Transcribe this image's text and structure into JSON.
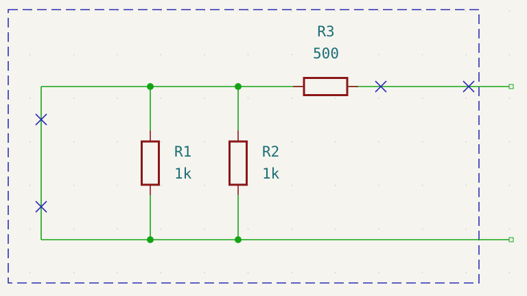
{
  "colors": {
    "background": "#f5f4ef",
    "wire": "#15a315",
    "junction": "#15a315",
    "no_connect": "#2b2bb5",
    "sheet_border": "#2b2bb5",
    "resistor_body": "#8a1616",
    "label_text": "#1b6e74"
  },
  "components": {
    "r1": {
      "reference": "R1",
      "value": "1k"
    },
    "r2": {
      "reference": "R2",
      "value": "1k"
    },
    "r3": {
      "reference": "R3",
      "value": "500"
    }
  },
  "icons": {
    "junction": "junction-dot-icon",
    "no_connect": "no-connect-x-icon",
    "port": "port-square-icon"
  }
}
